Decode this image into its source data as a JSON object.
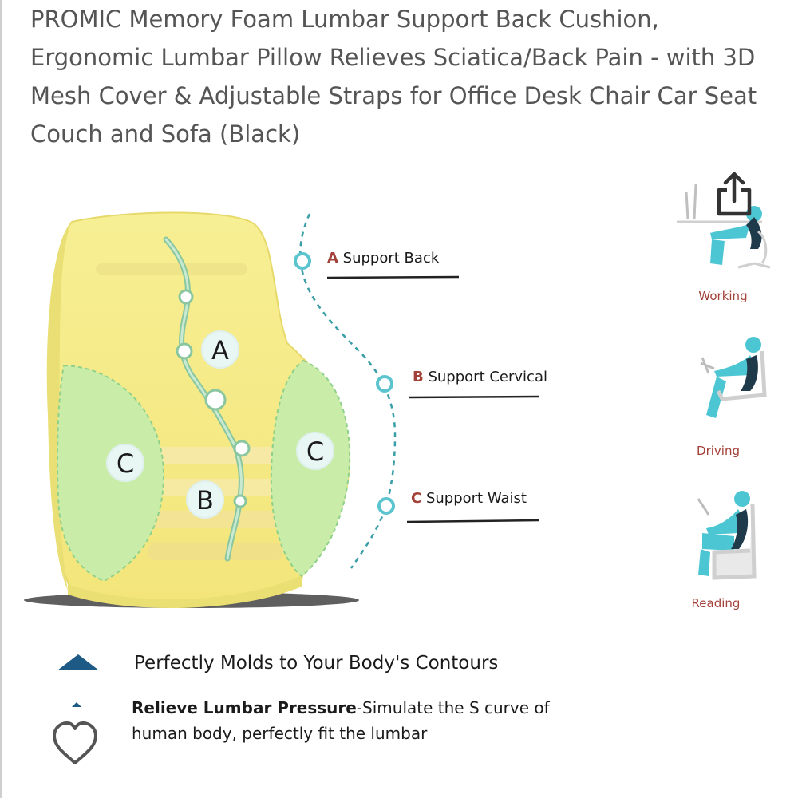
{
  "product": {
    "title": "PROMIC Memory Foam Lumbar Support Back Cushion, Ergonomic Lumbar Pillow Relieves Sciatica/Back Pain - with 3D Mesh Cover & Adjustable Straps for Office Desk Chair Car Seat Couch and Sofa (Black)"
  },
  "image": {
    "zones": {
      "a": "A",
      "b": "B",
      "c_left": "C",
      "c_right": "C"
    },
    "callouts": [
      {
        "letter": "A",
        "text": "Support Back"
      },
      {
        "letter": "B",
        "text": "Support Cervical"
      },
      {
        "letter": "C",
        "text": "Support Waist"
      }
    ],
    "uses": [
      {
        "label": "Working"
      },
      {
        "label": "Driving"
      },
      {
        "label": "Reading"
      }
    ],
    "features": [
      {
        "text": "Perfectly Molds to Your Body's Contours"
      },
      {
        "bold": "Relieve Lumbar Pressure",
        "rest": "-Simulate the S curve of",
        "line2": "human body, perfectly fit the lumbar"
      }
    ]
  },
  "colors": {
    "cushion_yellow": "#f4ec8c",
    "cushion_green": "#c9eda8",
    "teal": "#5cc4cf",
    "arrow_navy": "#1e5a86",
    "label_red": "#a34038"
  },
  "icons": {
    "share": "share-icon",
    "heart": "heart-icon"
  }
}
